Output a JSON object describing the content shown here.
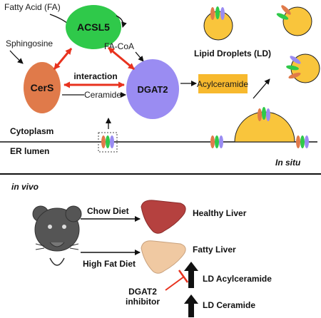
{
  "top_panel": {
    "labels": {
      "fatty_acid": "Fatty Acid (FA)",
      "acsl5": "ACSL5",
      "fa_coa": "FA-CoA",
      "sphingosine": "Sphingosine",
      "cers": "CerS",
      "interaction": "interaction",
      "ceramide": "Ceramide",
      "dgat2": "DGAT2",
      "acylceramide": "Acylceramide",
      "lipid_droplets": "Lipid Droplets (LD)",
      "cytoplasm": "Cytoplasm",
      "er_lumen": "ER lumen",
      "in_situ": "In situ"
    }
  },
  "bottom_panel": {
    "title": "in vivo",
    "chow_diet": "Chow Diet",
    "healthy_liver": "Healthy Liver",
    "high_fat_diet": "High Fat Diet",
    "fatty_liver": "Fatty Liver",
    "ld_acylceramide": "LD Acylceramide",
    "inhibitor_line1": "DGAT2",
    "inhibitor_line2": "inhibitor",
    "ld_ceramide": "LD Ceramide"
  },
  "colors": {
    "acsl5": "#2fc94a",
    "cers": "#e07a4a",
    "dgat2": "#9a8cf2",
    "acylceramide_box": "#f7b92e",
    "lipid_droplet": "#f9c53c",
    "interaction_arrow": "#e8321e",
    "healthy_liver": "#b5413f",
    "fatty_liver": "#f0c9a2",
    "mouse": "#555555"
  }
}
